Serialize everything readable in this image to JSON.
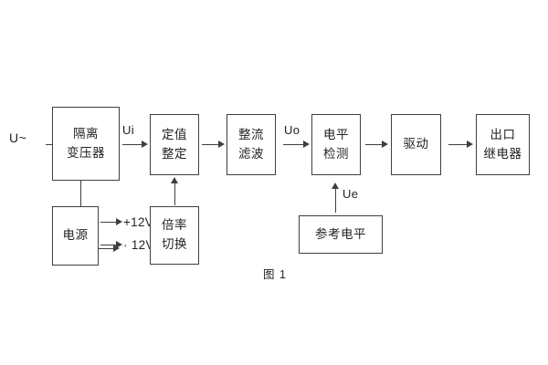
{
  "figure": {
    "caption": "图 1",
    "background_color": "#ffffff",
    "line_color": "#3f3f3f",
    "text_color": "#231f20"
  },
  "blocks": [
    {
      "id": "isolation-transformer",
      "lines": [
        "隔离",
        "变压器"
      ]
    },
    {
      "id": "setting-value",
      "lines": [
        "定值",
        "整定"
      ]
    },
    {
      "id": "rectify-filter",
      "lines": [
        "整流",
        "滤波"
      ]
    },
    {
      "id": "level-detect",
      "lines": [
        "电平",
        "检测"
      ]
    },
    {
      "id": "drive",
      "lines": [
        "驱动"
      ]
    },
    {
      "id": "output-relay",
      "lines": [
        "出口",
        "继电器"
      ]
    },
    {
      "id": "power-supply",
      "lines": [
        "电源"
      ]
    },
    {
      "id": "multiplier-switch",
      "lines": [
        "倍率",
        "切换"
      ]
    },
    {
      "id": "reference-level",
      "lines": [
        "参考电平"
      ]
    }
  ],
  "signals": {
    "input_source": "U~",
    "ui": "Ui",
    "uo": "Uo",
    "ue": "Ue",
    "rail_positive": "+12V",
    "rail_negative": "· 12V"
  }
}
